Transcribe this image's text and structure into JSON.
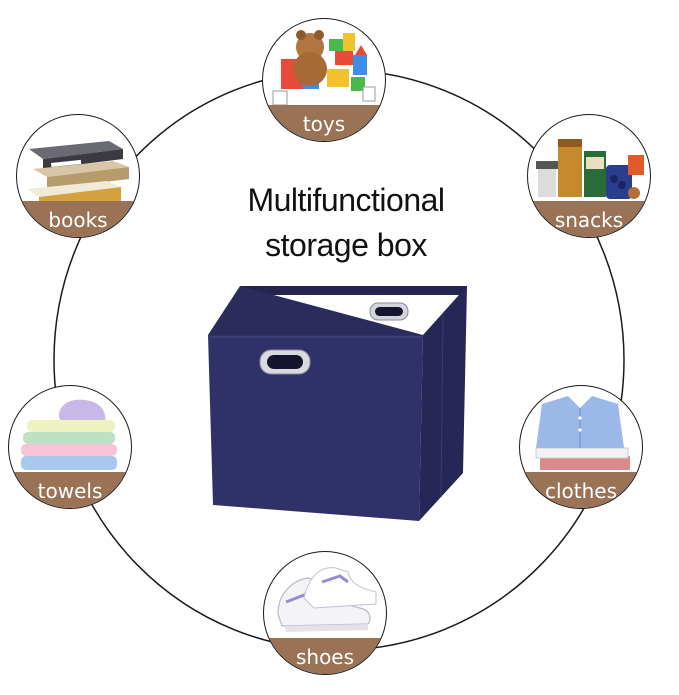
{
  "title": {
    "line1": "Multifunctional",
    "line2": "storage box"
  },
  "colors": {
    "label_band": "#9a7357",
    "box_navy": "#2f2f63",
    "ring": "#1a1a1a"
  },
  "categories": [
    {
      "label": "toys",
      "icon": "toys-icon"
    },
    {
      "label": "snacks",
      "icon": "snacks-icon"
    },
    {
      "label": "clothes",
      "icon": "clothes-icon"
    },
    {
      "label": "shoes",
      "icon": "shoes-icon"
    },
    {
      "label": "towels",
      "icon": "towels-icon"
    },
    {
      "label": "books",
      "icon": "books-icon"
    }
  ]
}
